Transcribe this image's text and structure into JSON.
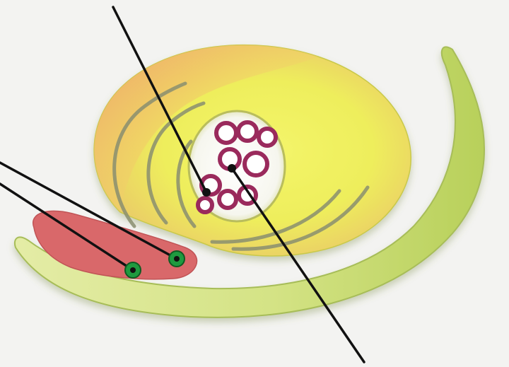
{
  "diagram": {
    "labels": [],
    "colors": {
      "background": "#f3f3f1",
      "outer_tail": "#d6e88a",
      "outer_tail_dark": "#9fb84c",
      "inner_whorl": "#eef266",
      "inner_whorl_warm": "#f2c070",
      "ridge_lines": "#8a8f70",
      "central_cavity": "#ffffff",
      "granules": "#9a2a5c",
      "pad": "#d9686a",
      "dots": "#1f9a3f",
      "leader_lines": "#111111"
    },
    "icons": [
      "leader-line",
      "granule-ring",
      "dot-marker"
    ]
  }
}
